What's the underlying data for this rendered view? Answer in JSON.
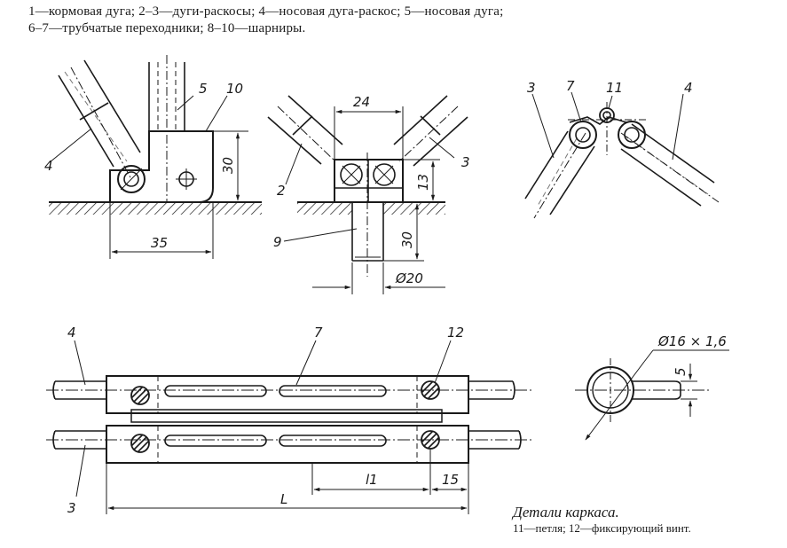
{
  "legend": {
    "line1": "1—кормовая дуга; 2–3—дуги-раскосы; 4—носовая дуга-раскос; 5—носовая дуга;",
    "line2": "6–7—трубчатые переходники; 8–10—шарниры."
  },
  "caption": {
    "title": "Детали каркаса.",
    "subtitle": "11—петля; 12—фиксирующий винт."
  },
  "labels": {
    "n4a": "4",
    "n5": "5",
    "n10": "10",
    "n2": "2",
    "n3a": "3",
    "n9": "9",
    "n3b": "3",
    "n7a": "7",
    "n11": "11",
    "n4b": "4",
    "n4c": "4",
    "n7b": "7",
    "n12": "12",
    "n3c": "3"
  },
  "dimensions": {
    "d30a": "30",
    "d35": "35",
    "d24": "24",
    "d13": "13",
    "d30b": "30",
    "d20": "Ø20",
    "d16": "Ø16 × 1,6",
    "d5": "5",
    "dl1": "l1",
    "d15": "15",
    "dL": "L"
  }
}
